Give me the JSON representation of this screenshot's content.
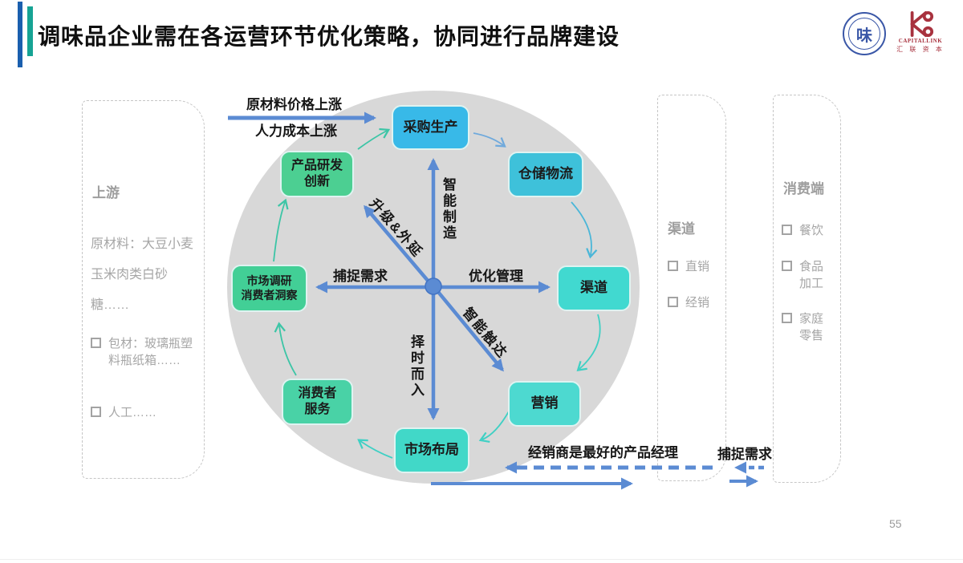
{
  "slide": {
    "title": "调味品企业需在各运营环节优化策略，协同进行品牌建设",
    "page_number": "55"
  },
  "logos": {
    "seal_glyph": "味",
    "capitallink_en": "CAPITALLINK",
    "capitallink_cn": "汇 联 资 本"
  },
  "upstream_panel": {
    "title": "上游",
    "paragraph": "原材料：大豆小麦玉米肉类白砂糖……",
    "items": [
      "包材：玻璃瓶塑料瓶纸箱……",
      "人工……"
    ]
  },
  "channel_panel": {
    "title": "渠道",
    "items": [
      "直销",
      "经销"
    ]
  },
  "consumer_panel": {
    "title": "消费端",
    "items": [
      "餐饮",
      "食品加工",
      "家庭零售"
    ]
  },
  "diagram": {
    "nodes": [
      {
        "id": "procurement-production",
        "lines": [
          "采购生产"
        ]
      },
      {
        "id": "warehousing-logistics",
        "lines": [
          "仓储物流"
        ]
      },
      {
        "id": "channel",
        "lines": [
          "渠道"
        ]
      },
      {
        "id": "marketing",
        "lines": [
          "营销"
        ]
      },
      {
        "id": "market-layout",
        "lines": [
          "市场布局"
        ]
      },
      {
        "id": "consumer-service",
        "lines": [
          "消费者",
          "服务"
        ]
      },
      {
        "id": "market-research",
        "lines": [
          "市场调研",
          "消费者洞察"
        ]
      },
      {
        "id": "product-rd-innovation",
        "lines": [
          "产品研发",
          "创新"
        ]
      }
    ],
    "axis_labels": {
      "up": "智能制造",
      "down": "择时而入",
      "right": "优化管理",
      "left": "捕捉需求",
      "diag_upper_left": "升级&外延",
      "diag_lower_right": "智能触达"
    },
    "annotations": {
      "input_top_1": "原材料价格上涨",
      "input_top_2": "人力成本上涨",
      "dealer_note": "经销商是最好的产品经理",
      "capture_note": "捕捉需求"
    }
  },
  "colors": {
    "accent_blue": "#5b8bd3",
    "title_bar_blue": "#1a5fae",
    "title_bar_teal": "#16a394",
    "node_blue": "#38b9e8",
    "node_cyan": "#3ec1da",
    "node_turquoise": "#41d9d0",
    "node_green": "#4ccf92",
    "circle_gray": "#d8d8d8",
    "panel_text_gray": "#a6a6a6",
    "logo_blue": "#3a57a7",
    "logo_red": "#a8323e"
  }
}
